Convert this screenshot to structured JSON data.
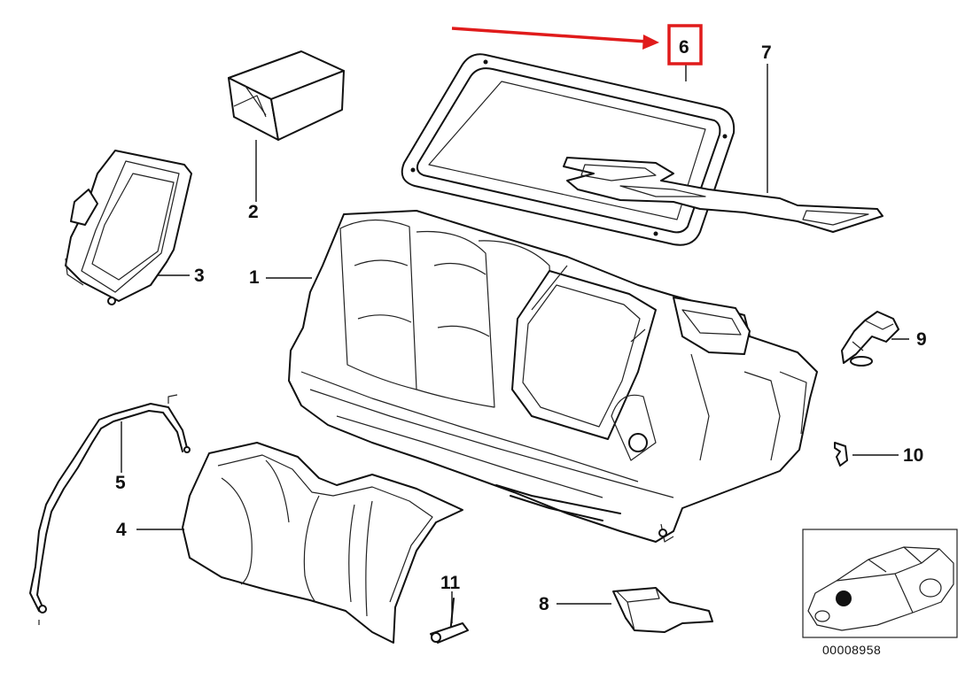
{
  "diagram": {
    "callouts": [
      {
        "id": "1",
        "label": "1"
      },
      {
        "id": "2",
        "label": "2"
      },
      {
        "id": "3",
        "label": "3"
      },
      {
        "id": "4",
        "label": "4"
      },
      {
        "id": "5",
        "label": "5"
      },
      {
        "id": "6",
        "label": "6"
      },
      {
        "id": "7",
        "label": "7"
      },
      {
        "id": "8",
        "label": "8"
      },
      {
        "id": "9",
        "label": "9"
      },
      {
        "id": "10",
        "label": "10"
      },
      {
        "id": "11",
        "label": "11"
      }
    ],
    "highlight": {
      "target": "6",
      "color": "#e01b1b"
    },
    "diagram_code": "00008958"
  }
}
